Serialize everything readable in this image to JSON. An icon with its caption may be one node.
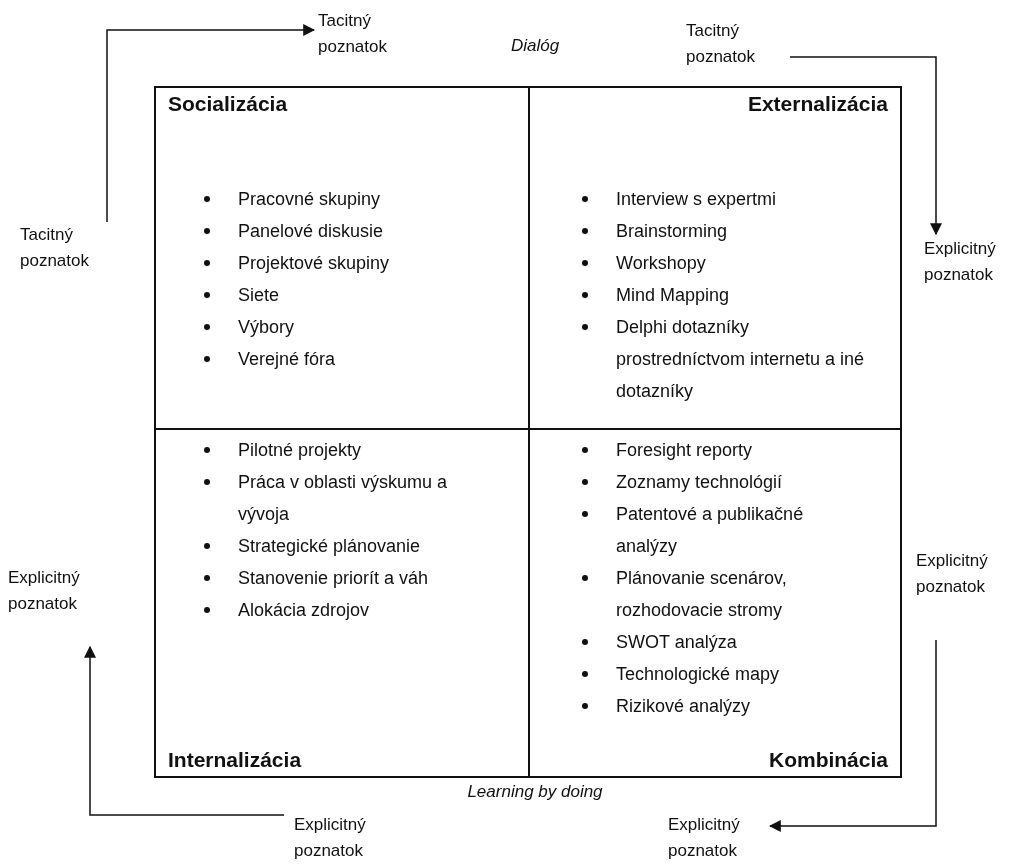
{
  "diagram": {
    "nodes": [
      {
        "text": [
          "Tacitný poznatok"
        ]
      },
      {
        "text": [
          "Tacitný poznatok"
        ]
      },
      {
        "text": [
          "Tacitný poznatok"
        ]
      },
      {
        "text": [
          "Explicitný poznatok"
        ]
      },
      {
        "text": [
          "Socializácia",
          "Pracovné skupiny",
          "Panelové diskusie",
          "Projektové skupiny",
          "Siete",
          "Výbory",
          "Verejné fóra"
        ]
      },
      {
        "text": [
          "Externalizácia",
          "Interview s expertmi",
          "Brainstorming",
          "Workshopy",
          "Mind Mapping",
          "Delphi dotazníky prostredníctvom internetu a iné dotazníky"
        ]
      },
      {
        "text": [
          "Internalizácia",
          "Pilotné projekty",
          "Práca v oblasti výskumu a vývoja",
          "Strategické plánovanie",
          "Stanovenie priorít a váh",
          "Alokácia zdrojov"
        ]
      },
      {
        "text": [
          "Kombinácia",
          "Foresight reporty",
          "Zoznamy technológií",
          "Patentové a publikačné analýzy",
          "Plánovanie scenárov, rozhodovacie stromy",
          "SWOT analýza",
          "Technologické mapy",
          "Rizikové analýzy"
        ]
      },
      {
        "text": [
          "Explicitný poznatok"
        ]
      },
      {
        "text": [
          "Explicitný poznatok"
        ]
      },
      {
        "text": [
          "Explicitný poznatok"
        ]
      },
      {
        "text": [
          "Explicitný poznatok"
        ]
      }
    ],
    "edges": [
      {
        "from": 2,
        "to": 0,
        "arrow": "to"
      },
      {
        "from": 1,
        "to": 3,
        "arrow": "to"
      },
      {
        "from": 9,
        "to": 11,
        "arrow": "to"
      },
      {
        "from": 10,
        "to": 8,
        "arrow": "to"
      }
    ],
    "labels": [
      "Dialóg",
      "Learning by doing"
    ]
  }
}
